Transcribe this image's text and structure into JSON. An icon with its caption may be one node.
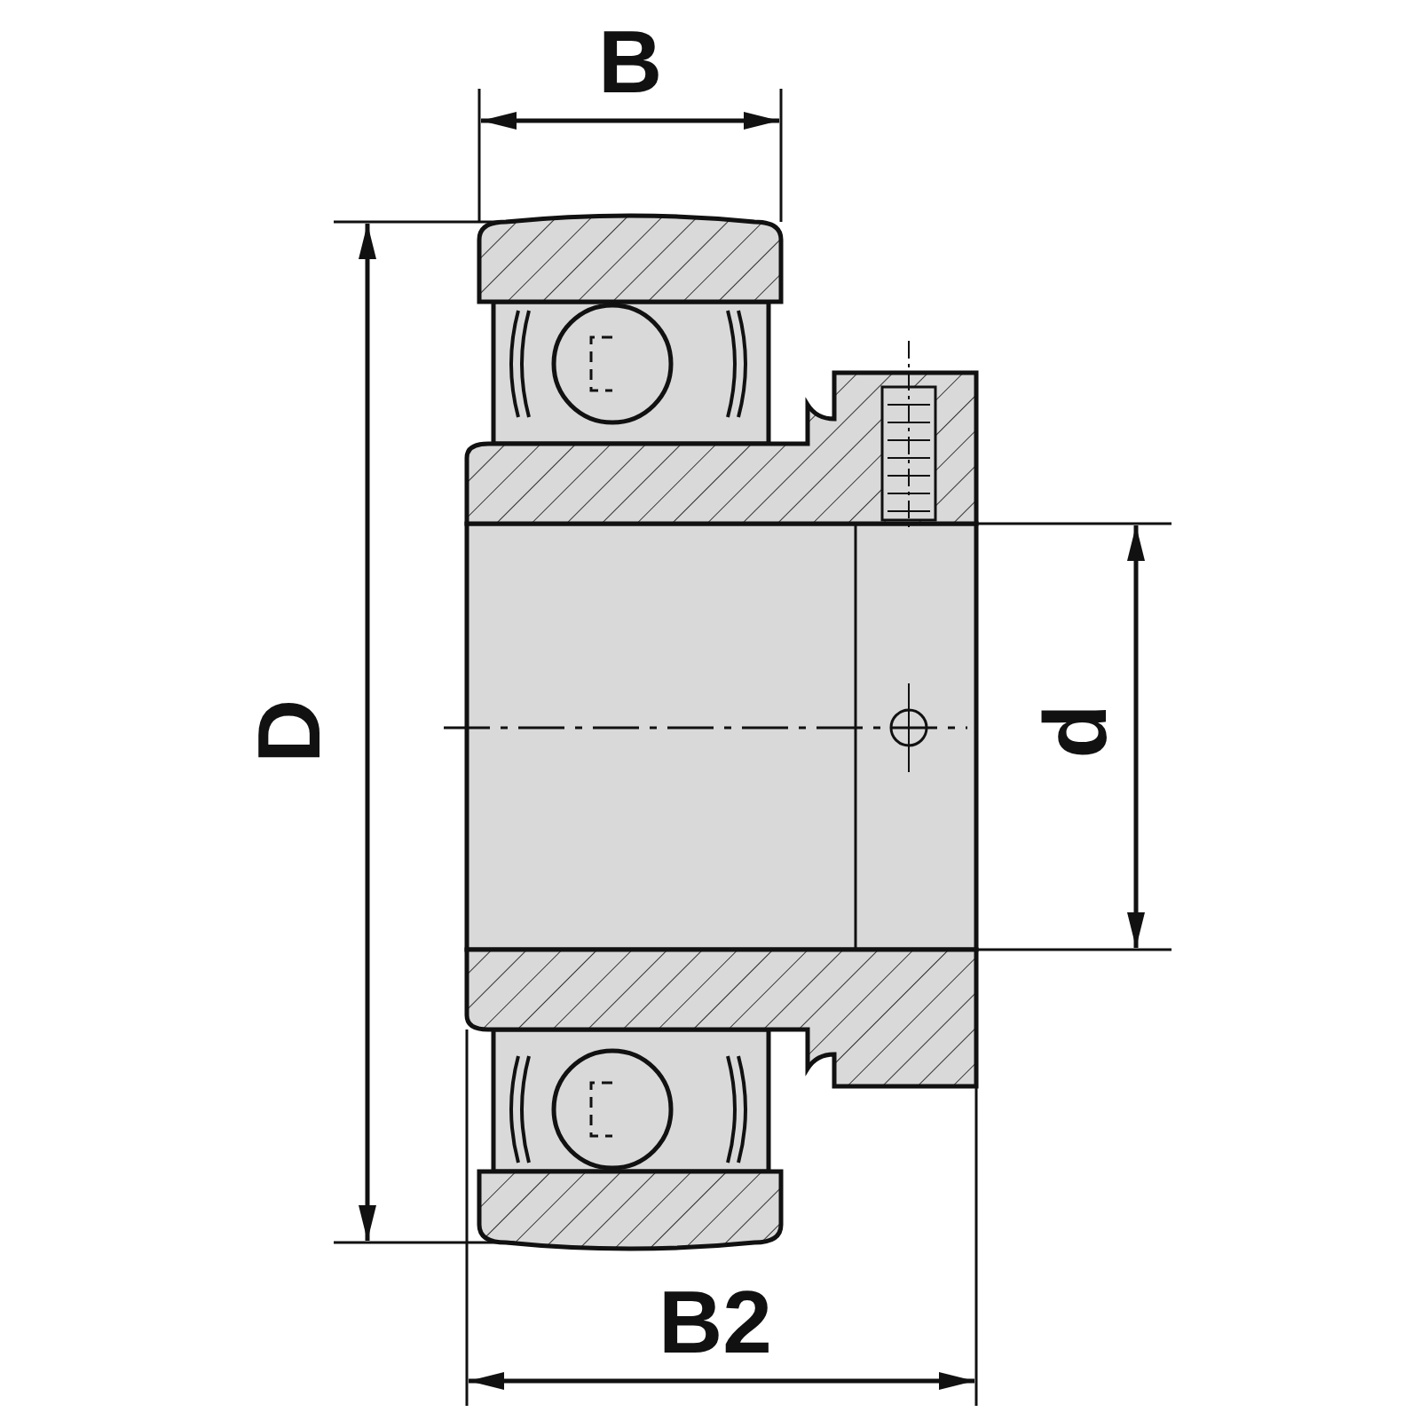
{
  "diagram": {
    "labels": [
      "B",
      "D",
      "d",
      "B2"
    ]
  }
}
